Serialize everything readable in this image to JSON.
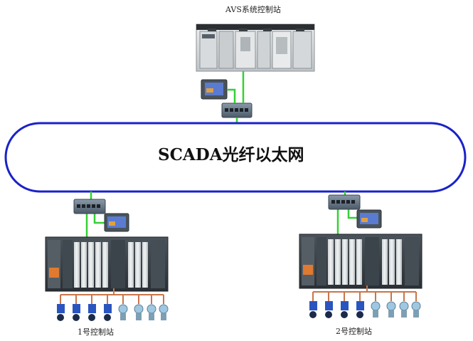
{
  "diagram": {
    "network_label": "SCADA光纤以太网",
    "avs_station_label": "AVS系统控制站",
    "station_1_label": "1号控制站",
    "station_2_label": "2号控制站"
  },
  "colors": {
    "ring": "#1a22c8",
    "ethernet_link": "#35d035",
    "field_bus": "#c8754a",
    "plc_body": "#3a4248",
    "switch_body": "#6a7a8a"
  }
}
